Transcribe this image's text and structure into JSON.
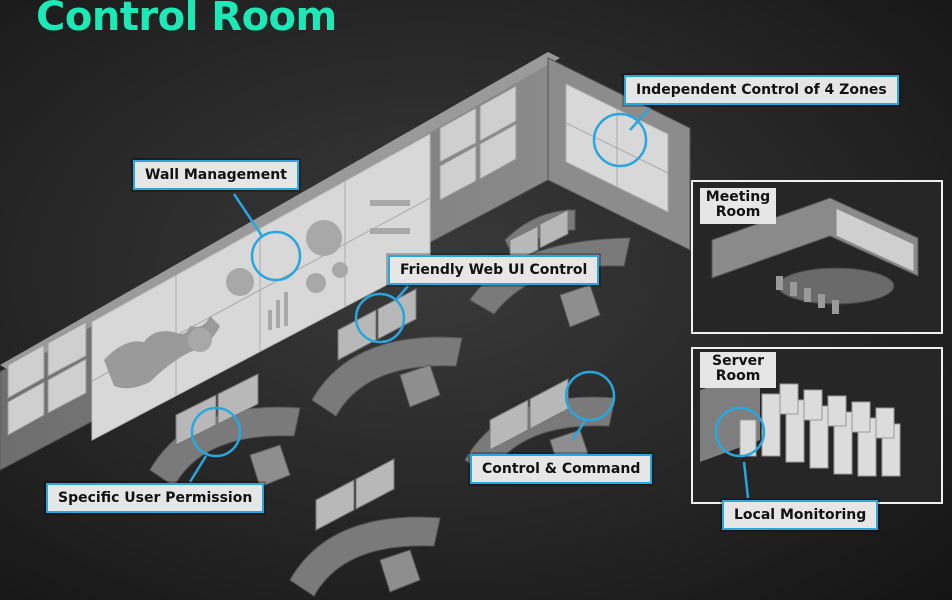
{
  "title": "Control Room",
  "colors": {
    "title": "#1de9b6",
    "accent": "#2aa6df",
    "label_bg": "#e6e6e6"
  },
  "callouts": {
    "zones": "Independent Control of 4 Zones",
    "wall": "Wall Management",
    "webui": "Friendly Web UI Control",
    "control": "Control & Command",
    "permission": "Specific User Permission",
    "local": "Local Monitoring"
  },
  "rooms": {
    "meeting": [
      "Meeting",
      "Room"
    ],
    "server": [
      "Server",
      "Room"
    ]
  }
}
